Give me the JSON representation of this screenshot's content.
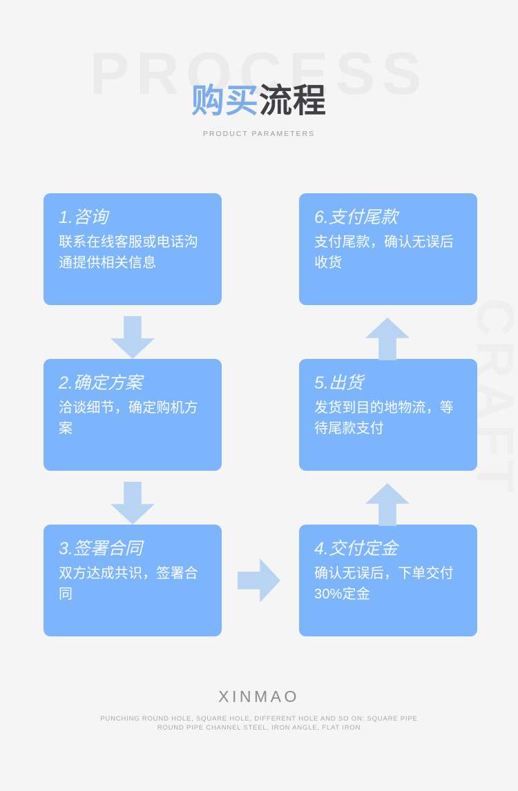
{
  "watermarks": {
    "top": "PROCESS",
    "side": "CRAFT"
  },
  "header": {
    "title_highlight": "购买",
    "title_rest": "流程",
    "subtitle": "PRODUCT PARAMETERS"
  },
  "steps": [
    {
      "id": "step-1",
      "title": "1.咨询",
      "body": "联系在线客服或电话沟通提供相关信息"
    },
    {
      "id": "step-2",
      "title": "2.确定方案",
      "body": "洽谈细节，确定购机方案"
    },
    {
      "id": "step-3",
      "title": "3.签署合同",
      "body": "双方达成共识，签署合同"
    },
    {
      "id": "step-4",
      "title": "4.交付定金",
      "body": "确认无误后，下单交付30%定金"
    },
    {
      "id": "step-5",
      "title": "5.出货",
      "body": "发货到目的地物流，等待尾款支付"
    },
    {
      "id": "step-6",
      "title": "6.支付尾款",
      "body": "支付尾款，确认无误后收货"
    }
  ],
  "arrows": [
    {
      "name": "arrow-step1-to-step2",
      "direction": "down"
    },
    {
      "name": "arrow-step2-to-step3",
      "direction": "down"
    },
    {
      "name": "arrow-step3-to-step4",
      "direction": "right"
    },
    {
      "name": "arrow-step4-to-step5",
      "direction": "up"
    },
    {
      "name": "arrow-step5-to-step6",
      "direction": "up"
    }
  ],
  "footer": {
    "brand": "XINMAO",
    "line1": "PUNCHING ROUND HOLE, SQUARE HOLE, DIFFERENT HOLE AND SO ON: SQUARE PIPE",
    "line2": "ROUND PIPE CHANNEL STEEL, IRON ANGLE, FLAT IRON"
  },
  "colors": {
    "background": "#f5f5f5",
    "card": "#7cb5fb",
    "arrow": "#b9d4f3",
    "title_accent": "#7badea",
    "title_dark": "#3f3f44",
    "watermark": "#ebebeb",
    "footer_text": "#a9a9ae"
  }
}
